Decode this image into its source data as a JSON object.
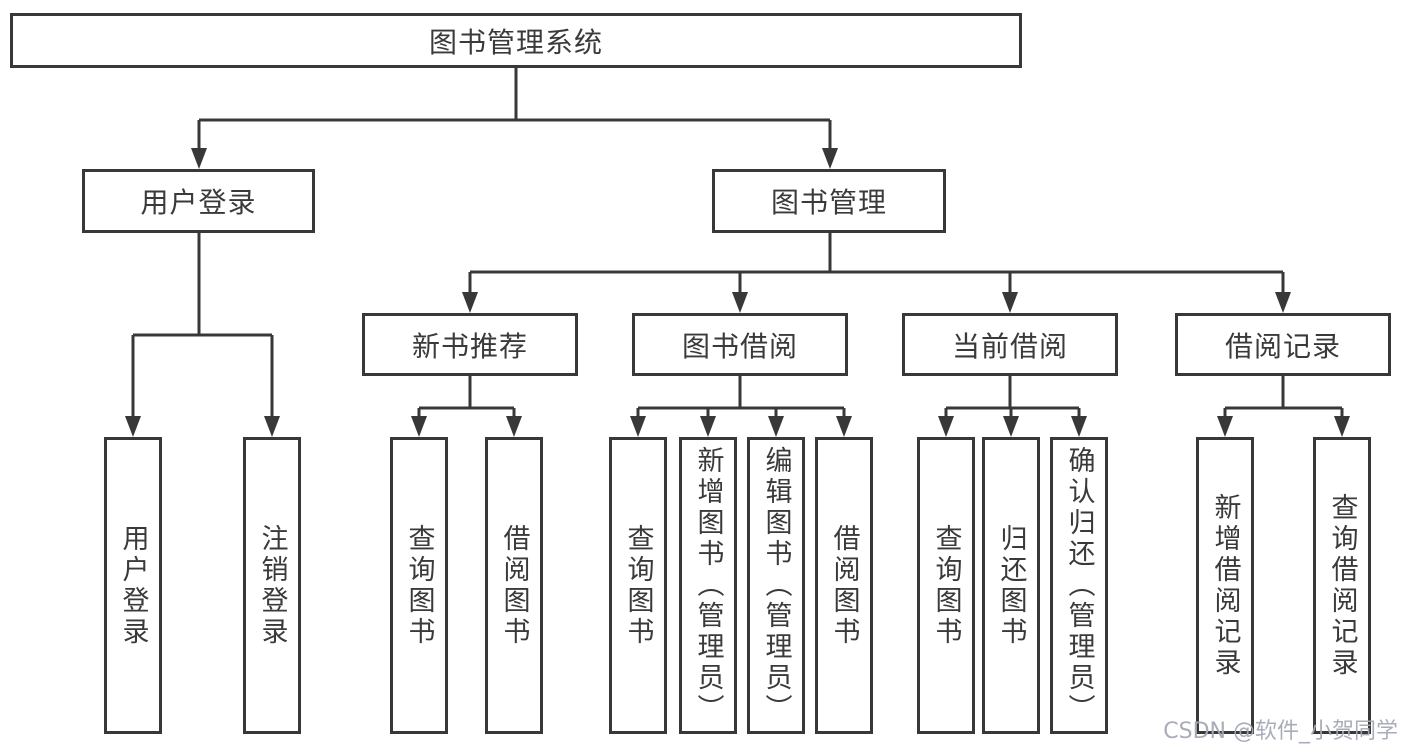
{
  "root": {
    "label": "图书管理系统"
  },
  "level2": {
    "user": "用户登录",
    "mgmt": "图书管理"
  },
  "level3": {
    "recommend": "新书推荐",
    "borrow": "图书借阅",
    "current": "当前借阅",
    "records": "借阅记录"
  },
  "leaves": {
    "user1": "用户登录",
    "user2": "注销登录",
    "rec1": "查询图书",
    "rec2": "借阅图书",
    "bor1": "查询图书",
    "bor2": "新增图书（管理员）",
    "bor3": "编辑图书（管理员）",
    "bor4": "借阅图书",
    "cur1": "查询图书",
    "cur2": "归还图书",
    "cur3": "确认归还（管理员）",
    "recd1": "新增借阅记录",
    "recd2": "查询借阅记录"
  },
  "watermark": "CSDN @软件_小贺同学",
  "colors": {
    "line": "#383838",
    "text": "#3a3a3a",
    "watermark": "#a4a9b5",
    "background": "#ffffff"
  }
}
